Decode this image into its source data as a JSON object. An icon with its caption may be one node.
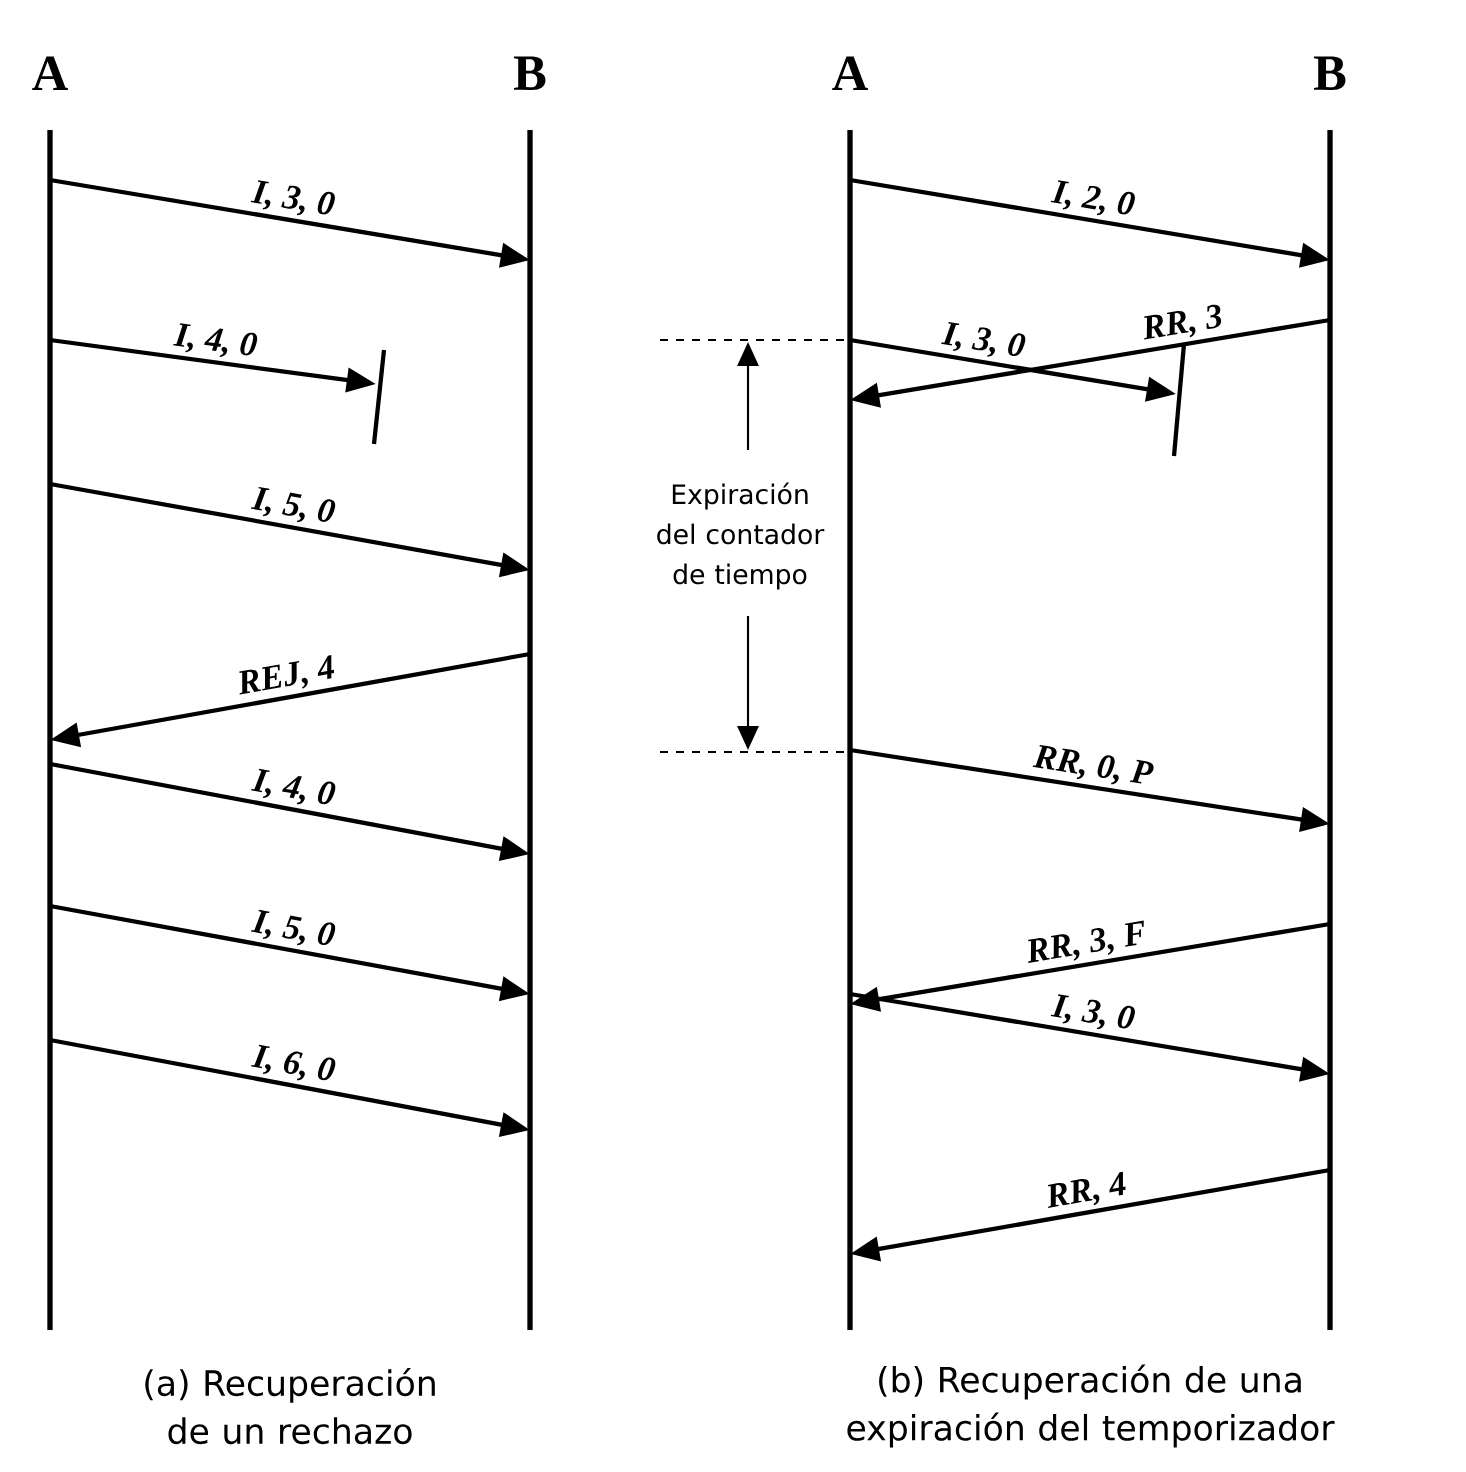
{
  "diagram": {
    "nodes": [
      {
        "text": [
          "A"
        ]
      },
      {
        "text": [
          "B"
        ]
      },
      {
        "text": [
          "A"
        ]
      },
      {
        "text": [
          "B"
        ]
      }
    ],
    "edges": [
      {
        "from": 0,
        "to": 1,
        "arrow": "to",
        "label": "I, 3, 0"
      },
      {
        "from": 0,
        "to": null,
        "arrow": "to",
        "label": "I, 4, 0"
      },
      {
        "from": 0,
        "to": 1,
        "arrow": "to",
        "label": "I, 5, 0"
      },
      {
        "from": 1,
        "to": 0,
        "arrow": "to",
        "label": "REJ, 4"
      },
      {
        "from": 0,
        "to": 1,
        "arrow": "to",
        "label": "I, 4, 0"
      },
      {
        "from": 0,
        "to": 1,
        "arrow": "to",
        "label": "I, 5, 0"
      },
      {
        "from": 0,
        "to": 1,
        "arrow": "to",
        "label": "I, 6, 0"
      },
      {
        "from": 2,
        "to": 3,
        "arrow": "to",
        "label": "I, 2, 0"
      },
      {
        "from": 2,
        "to": null,
        "arrow": "to",
        "label": "I, 3, 0"
      },
      {
        "from": 3,
        "to": 2,
        "arrow": "to",
        "label": "RR, 3"
      },
      {
        "from": 2,
        "to": 3,
        "arrow": "to",
        "label": "RR, 0, P"
      },
      {
        "from": 3,
        "to": 2,
        "arrow": "to",
        "label": "RR, 3, F"
      },
      {
        "from": 2,
        "to": 3,
        "arrow": "to",
        "label": "I, 3, 0"
      },
      {
        "from": 3,
        "to": 2,
        "arrow": "to",
        "label": "RR, 4"
      }
    ],
    "labels": [
      "Expiración del contador de tiempo",
      "(a) Recuperación de un rechazo",
      "(b) Recuperación de una expiración del temporizador"
    ]
  }
}
